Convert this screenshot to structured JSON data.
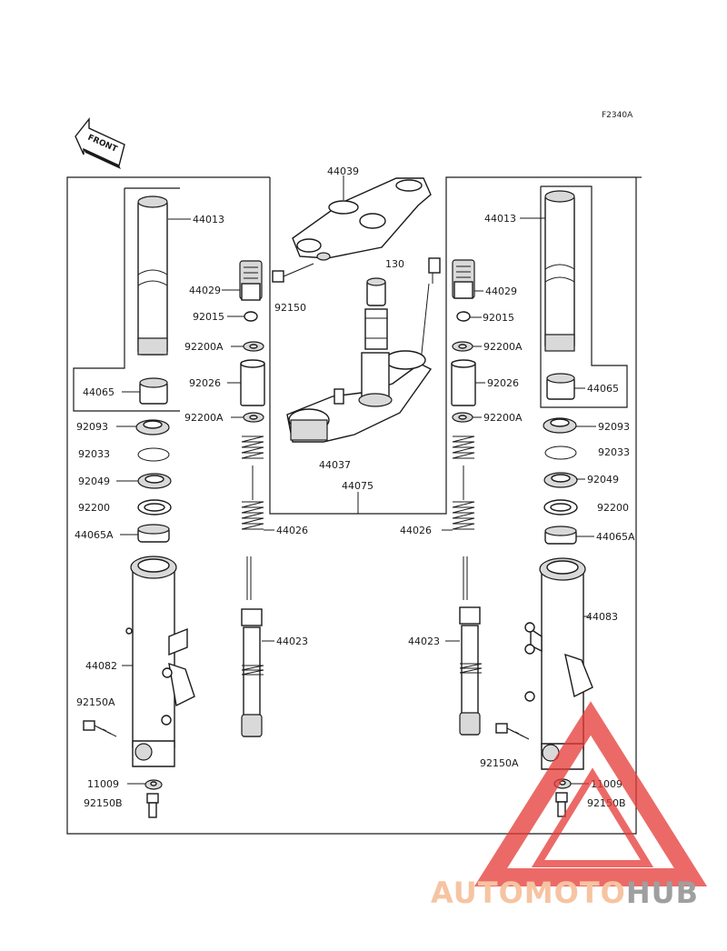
{
  "diagram_code": "F2340A",
  "front_arrow_label": "FRONT",
  "parts": {
    "p44039": "44039",
    "p130": "130",
    "p92150": "92150",
    "p44037": "44037",
    "p44075": "44075",
    "left": {
      "p44013": "44013",
      "p44065": "44065",
      "p92093": "92093",
      "p92033": "92033",
      "p92049": "92049",
      "p92200": "92200",
      "p44065A": "44065A",
      "p44082": "44082",
      "p92150A": "92150A",
      "p11009": "11009",
      "p92150B": "92150B"
    },
    "right": {
      "p44013": "44013",
      "p44065": "44065",
      "p92093": "92093",
      "p92033": "92033",
      "p92049": "92049",
      "p92200": "92200",
      "p44065A": "44065A",
      "p44083": "44083",
      "p92150A": "92150A",
      "p11009": "11009",
      "p92150B": "92150B"
    },
    "inner_left": {
      "p44029": "44029",
      "p92015": "92015",
      "p92200A_top": "92200A",
      "p92026": "92026",
      "p92200A_bottom": "92200A",
      "p44026": "44026",
      "p44023": "44023"
    },
    "inner_right": {
      "p44029": "44029",
      "p92015": "92015",
      "p92200A_top": "92200A",
      "p92026": "92026",
      "p92200A_bottom": "92200A",
      "p44026": "44026",
      "p44023": "44023"
    }
  },
  "watermark": {
    "word_part1": "AUTOMOTO",
    "word_part2": "HUB",
    "color_part1": "#f4b183",
    "color_part2": "#7f7f7f",
    "triangle_color": "#e53935"
  }
}
